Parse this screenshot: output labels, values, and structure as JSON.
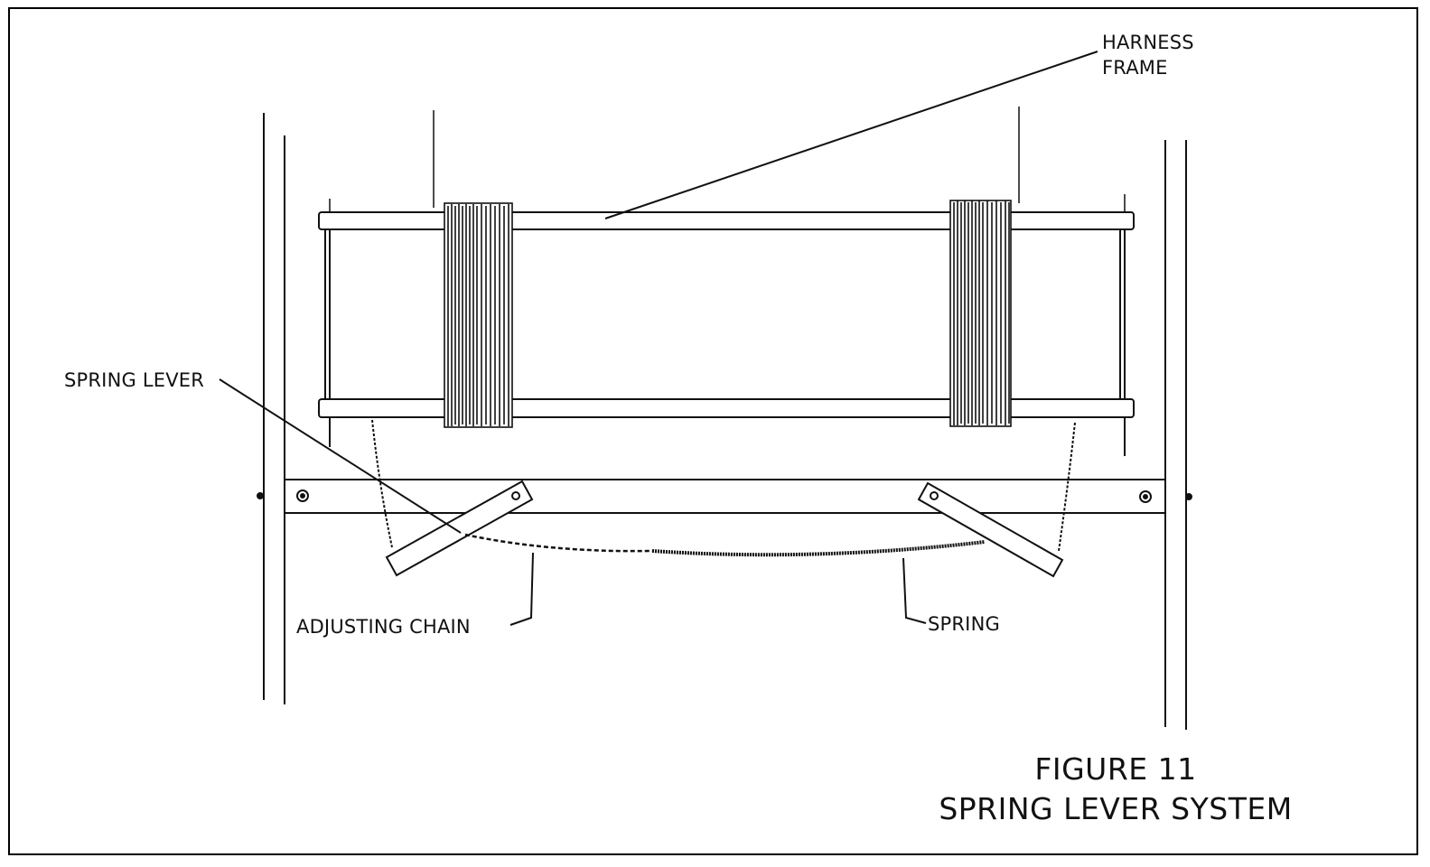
{
  "labels": {
    "harness_line1": "HARNESS",
    "harness_line2": "FRAME",
    "spring_lever": "SPRING LEVER",
    "adjusting_chain": "ADJUSTING CHAIN",
    "spring": "SPRING"
  },
  "caption": {
    "figure": "FIGURE 11",
    "title": "SPRING LEVER SYSTEM"
  }
}
